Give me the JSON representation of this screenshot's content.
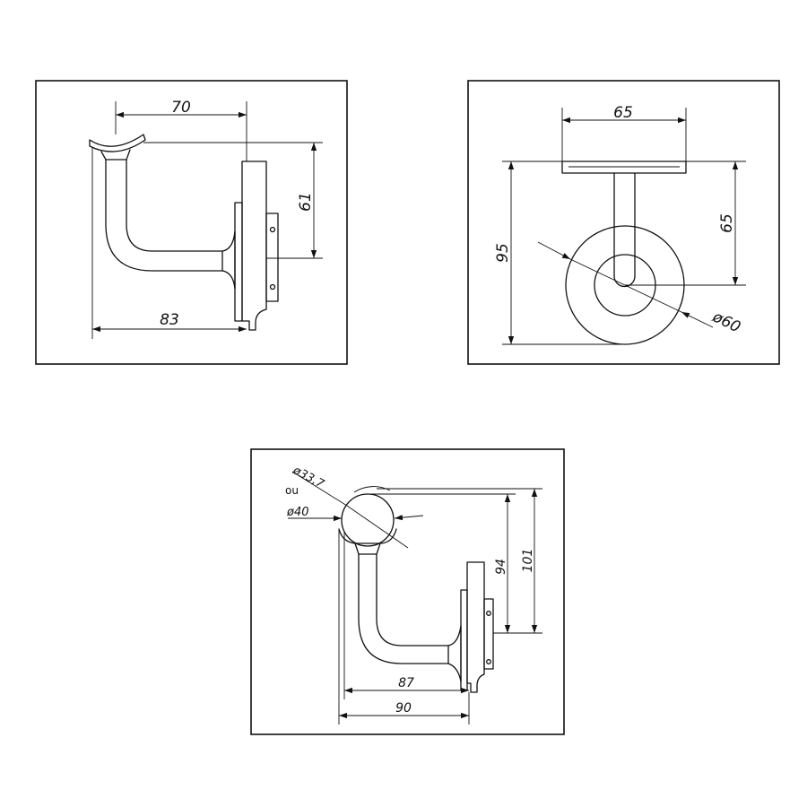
{
  "panels": {
    "side_view": {
      "dimensions": {
        "width_top": "70",
        "height": "61",
        "width_bottom": "83"
      }
    },
    "front_view": {
      "dimensions": {
        "saddle_width": "65",
        "total_height": "95",
        "center_height": "65",
        "plate_diameter": "ø60"
      }
    },
    "round_saddle_view": {
      "dimensions": {
        "tube_diameter_a": "ø33,7",
        "or_label": "ou",
        "tube_diameter_b": "ø40",
        "height_inner": "94",
        "height_outer": "101",
        "width_inner": "87",
        "width_outer": "90"
      }
    }
  }
}
